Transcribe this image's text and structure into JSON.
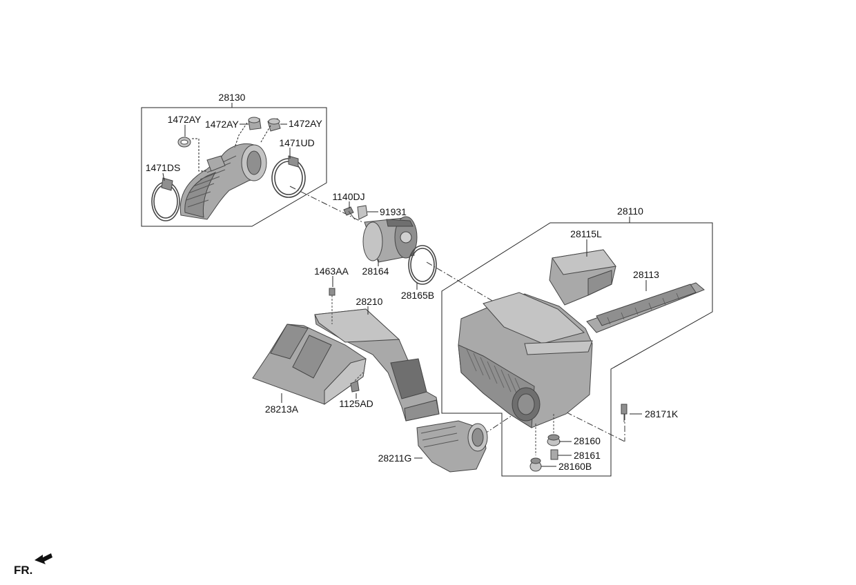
{
  "diagram": {
    "labels": {
      "p28130": "28130",
      "p1472AY_a": "1472AY",
      "p1472AY_b": "1472AY",
      "p1472AY_c": "1472AY",
      "p1471UD": "1471UD",
      "p1471DS": "1471DS",
      "p1140DJ": "1140DJ",
      "p91931": "91931",
      "p28164": "28164",
      "p28165B": "28165B",
      "p1463AA": "1463AA",
      "p28210": "28210",
      "p28213A": "28213A",
      "p1125AD": "1125AD",
      "p28211G": "28211G",
      "p28110": "28110",
      "p28115L": "28115L",
      "p28113": "28113",
      "p28171K": "28171K",
      "p28160": "28160",
      "p28161": "28161",
      "p28160B": "28160B"
    },
    "direction": {
      "label": "FR."
    },
    "colors": {
      "part_fill": "#a9a9a9",
      "part_dark": "#6f6f6f",
      "line": "#222222",
      "background": "#ffffff"
    }
  }
}
